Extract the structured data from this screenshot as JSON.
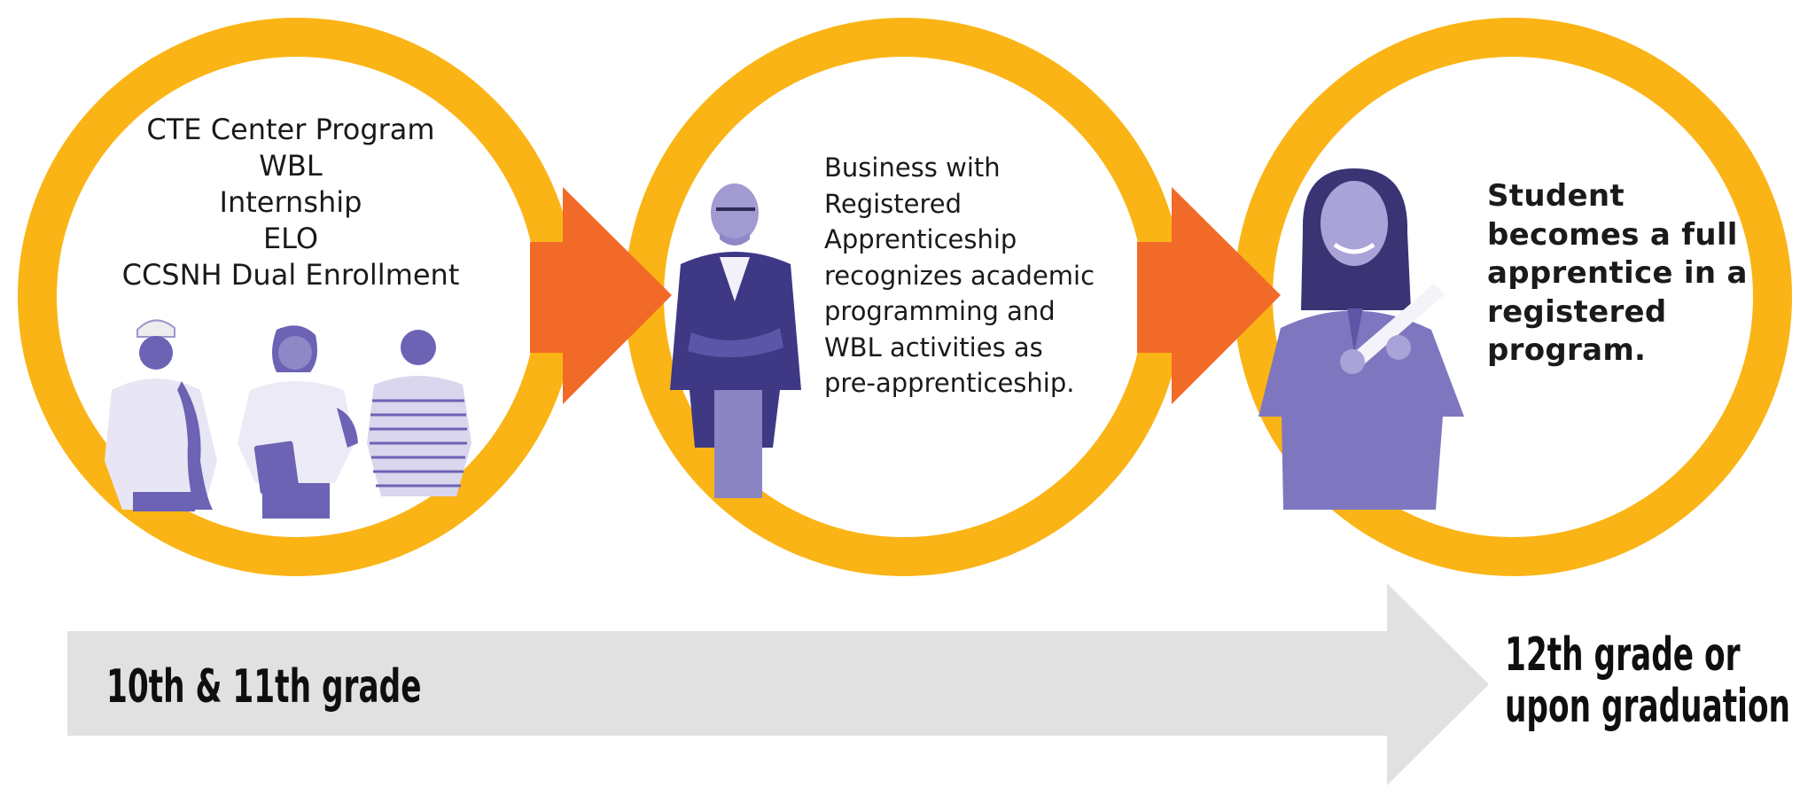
{
  "palette": {
    "ring": "#FBB416",
    "arrow": "#F26A27",
    "timeline": "#E1E1E1",
    "photo_tint": "#6C63B5",
    "text": "#1A1A1A"
  },
  "stages": [
    {
      "lines": [
        "CTE Center Program",
        "WBL",
        "Internship",
        "ELO",
        "CCSNH Dual Enrollment"
      ],
      "photo": "three-students-photo"
    },
    {
      "lines": [
        "Business with",
        "Registered",
        "Apprenticeship",
        "recognizes academic",
        "programming and",
        "WBL activities as",
        "pre-apprenticeship."
      ],
      "photo": "businessman-photo"
    },
    {
      "lines": [
        "Student",
        "becomes a full",
        "apprentice in a",
        "registered",
        "program."
      ],
      "photo": "apprentice-photo"
    }
  ],
  "timeline": {
    "start_label": "10th & 11th grade",
    "end_label_lines": [
      "12th grade or",
      "upon graduation"
    ]
  }
}
